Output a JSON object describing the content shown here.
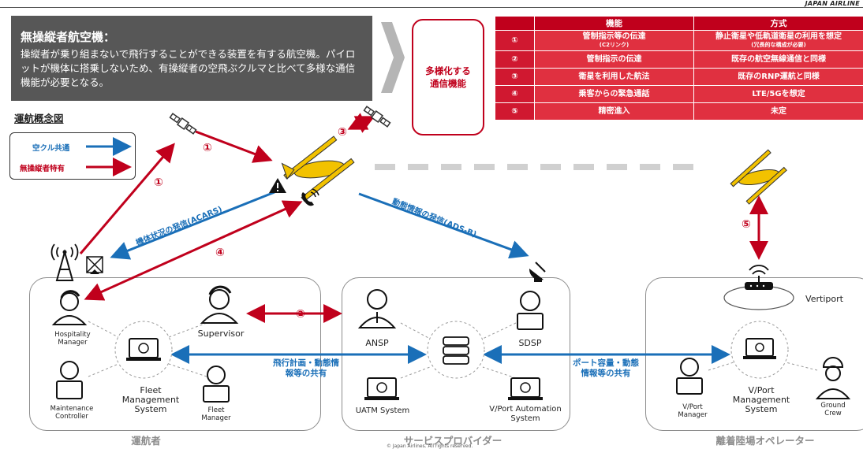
{
  "brand": "JAPAN AIRLINE",
  "definition": {
    "title": "無操縦者航空機：",
    "text": "操縦者が乗り組まないで飛行することができる装置を有する航空機。パイロットが機体に搭乗しないため、有操縦者の空飛ぶクルマと比べて多様な通信機能が必要となる。"
  },
  "multi_comm": {
    "line1": "多様化する",
    "line2": "通信機能"
  },
  "functions_table": {
    "headers": [
      "",
      "機能",
      "方式"
    ],
    "rows": [
      {
        "num": "①",
        "function": "管制指示等の伝達",
        "function_sub": "(C2リンク)",
        "method": "静止衛星や低軌道衛星の利用を想定",
        "method_sub": "(冗長的な構成が必要)"
      },
      {
        "num": "②",
        "function": "管制指示の伝達",
        "function_sub": "",
        "method": "既存の航空無線通信と同様",
        "method_sub": ""
      },
      {
        "num": "③",
        "function": "衛星を利用した航法",
        "function_sub": "",
        "method": "既存のRNP運航と同様",
        "method_sub": ""
      },
      {
        "num": "④",
        "function": "乗客からの緊急通話",
        "function_sub": "",
        "method": "LTE/5Gを想定",
        "method_sub": ""
      },
      {
        "num": "⑤",
        "function": "精密進入",
        "function_sub": "",
        "method": "未定",
        "method_sub": ""
      }
    ]
  },
  "concept_title": "運航概念図",
  "legend": {
    "common": "空クル共通",
    "unmanned": "無操縦者特有"
  },
  "colors": {
    "red": "#c0001c",
    "blue": "#1a6fb8",
    "gray": "#8c8c8c",
    "aircraft": "#f2c200"
  },
  "arrow_labels": {
    "n1a": "①",
    "n1b": "①",
    "n2": "②",
    "n3": "③",
    "n4": "④",
    "n5": "⑤",
    "acars": "機体状況の発信(ACARS)",
    "adsb": "動態情報の発信(ADS-B)"
  },
  "groups": {
    "operator": "運航者",
    "provider": "サービスプロバイダー",
    "vertiport_operator": "離着陸場オペレーター"
  },
  "roles": {
    "hospitality_manager": "Hospitality Manager",
    "supervisor": "Supervisor",
    "maintenance_controller": "Maintenance Controller",
    "fleet_management_system": "Fleet Management System",
    "fleet_manager": "Fleet Manager",
    "ansp": "ANSP",
    "sdsp": "SDSP",
    "uatm_system": "UATM System",
    "vport_automation_system": "V/Port Automation System",
    "vertiport": "Vertiport",
    "vport_manager": "V/Port Manager",
    "vport_management_system": "V/Port Management System",
    "ground_crew": "Ground Crew"
  },
  "sharing": {
    "flight_plan": "飛行計画・動態情報等の共有",
    "port_capacity": "ポート容量・動態情報等の共有"
  },
  "copyright": "© Japan Airlines. All rights reserved."
}
